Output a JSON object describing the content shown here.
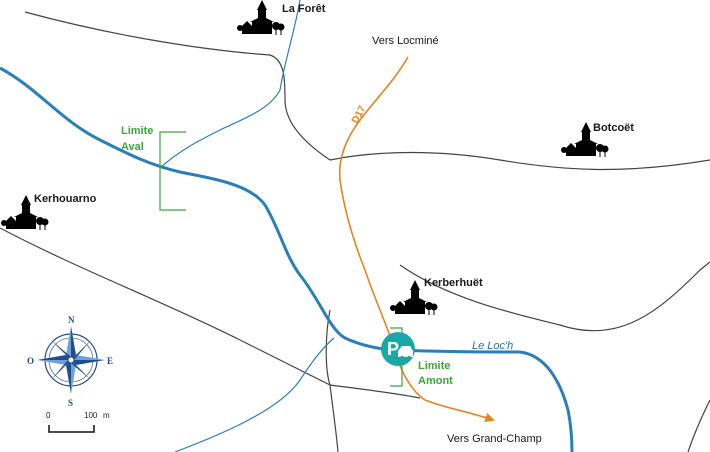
{
  "places": {
    "la_foret": "La Forêt",
    "botcoet": "Botcoët",
    "kerhouarno": "Kerhouarno",
    "kerberhuet": "Kerberhuët"
  },
  "roads": {
    "d17": "D17",
    "to_locmine": "Vers Locminé",
    "to_grand_champ": "Vers Grand-Champ"
  },
  "river": {
    "name": "Le Loc'h"
  },
  "limits": {
    "aval_line1": "Limite",
    "aval_line2": "Aval",
    "amont_line1": "Limite",
    "amont_line2": "Amont"
  },
  "compass": {
    "n": "N",
    "s": "S",
    "e": "E",
    "o": "O"
  },
  "scale": {
    "start": "0",
    "end": "100",
    "unit": "m"
  },
  "colors": {
    "river": "#2a7fba",
    "road_main": "#e8841e",
    "roads": "#444444",
    "limits": "#3aa83a",
    "parking": "#1aa7a7"
  },
  "icons": {
    "village": "village-church-icon",
    "parking": "parking-car-icon",
    "compass": "compass-rose-icon"
  }
}
